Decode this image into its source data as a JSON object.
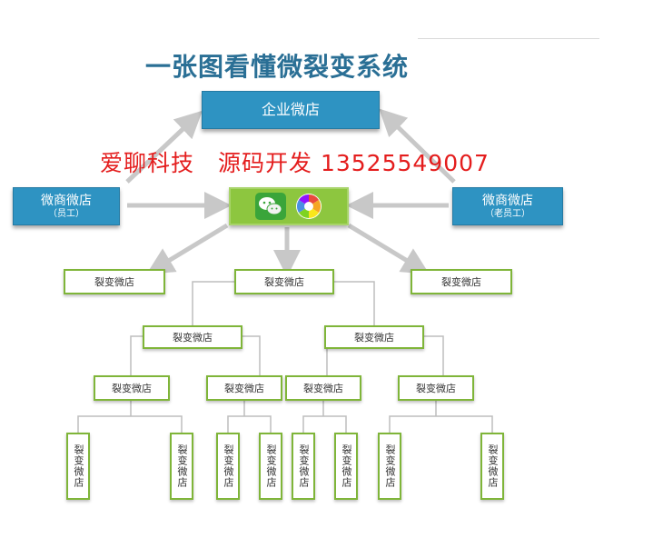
{
  "title": "一张图看懂微裂变系统",
  "enterprise_store": {
    "label": "企业微店"
  },
  "watermark": "爱聊科技　源码开发 13525549007",
  "micro_store_left": {
    "label": "微商微店",
    "sub": "（员工）"
  },
  "micro_store_right": {
    "label": "微商微店",
    "sub": "（老员工）"
  },
  "hub": {
    "icons": [
      "wechat-icon",
      "moments-icon"
    ]
  },
  "fission_label": "裂变微店",
  "colors": {
    "title": "#2a6f95",
    "blue_box": "#2e93c2",
    "green_hub": "#8dc63f",
    "green_border": "#7fb539",
    "watermark": "#e41d1d",
    "arrow": "#c8c8c8",
    "connector": "#bdbdbd"
  }
}
